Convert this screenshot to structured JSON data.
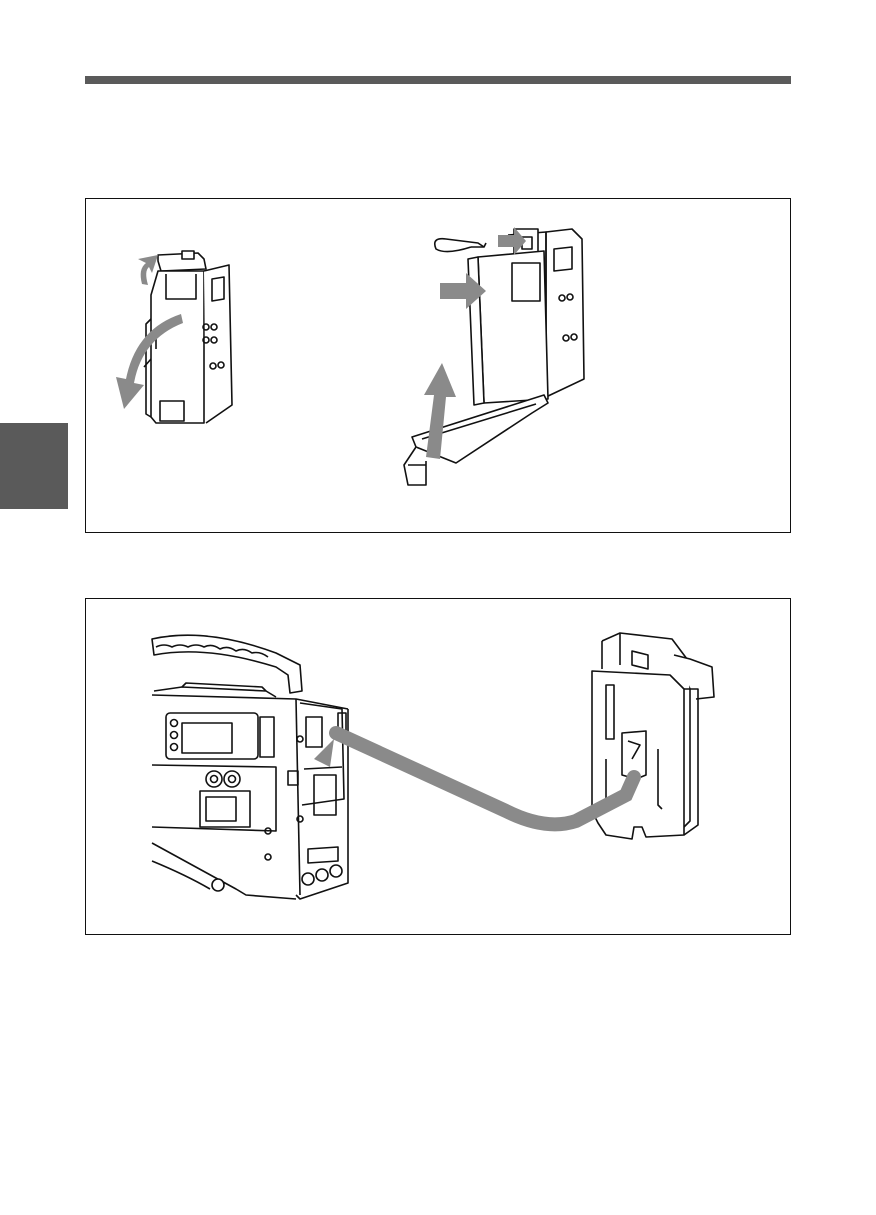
{
  "page": {
    "header_rule_color": "#5a5a5a",
    "side_tab_color": "#5a5a5a",
    "arrow_color": "#8a8a8a",
    "line_color": "#111111"
  },
  "figures": [
    {
      "id": "fig1",
      "illustrations": [
        "battery-adaptor-cover-open",
        "battery-pack-insertion"
      ],
      "arrows": [
        "lift-arrow",
        "swing-arrow",
        "push-in-arrow",
        "connector-arrow",
        "close-cover-arrow"
      ]
    },
    {
      "id": "fig2",
      "illustrations": [
        "camcorder-rear-panel",
        "battery-adaptor-mount"
      ],
      "arrows": [
        "attach-path-arrow"
      ]
    }
  ]
}
